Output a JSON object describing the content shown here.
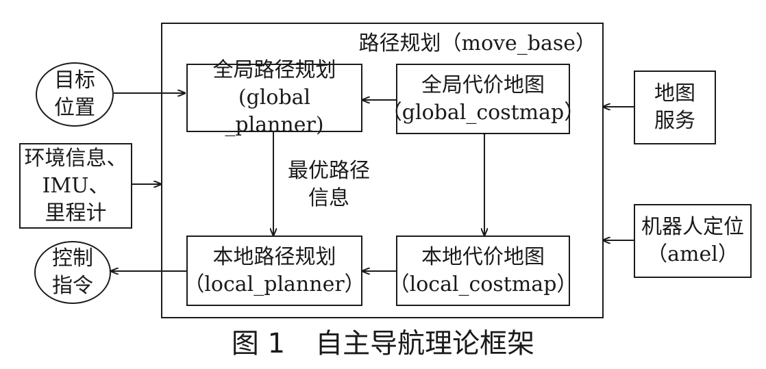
{
  "diagram": {
    "container_title": "路径规划（move_base）",
    "nodes": {
      "global_planner": {
        "line1": "全局路径规划",
        "line2": "(global _planner)"
      },
      "global_costmap": {
        "line1": "全局代价地图",
        "line2": "（global_costmap）"
      },
      "local_planner": {
        "line1": "本地路径规划",
        "line2": "（local_planner）"
      },
      "local_costmap": {
        "line1": "本地代价地图",
        "line2": "（local_costmap）"
      },
      "target_position": {
        "line1": "目标",
        "line2": "位置"
      },
      "env_info": {
        "line1": "环境信息、",
        "line2": "IMU、",
        "line3": "里程计"
      },
      "control_command": {
        "line1": "控制",
        "line2": "指令"
      },
      "map_service": {
        "line1": "地图",
        "line2": "服务"
      },
      "robot_localization": {
        "line1": "机器人定位",
        "line2": "（amel）"
      }
    },
    "edge_labels": {
      "optimal_path": {
        "line1": "最优路径",
        "line2": "信息"
      }
    }
  },
  "caption": {
    "figure_number": "图 1",
    "title": "自主导航理论框架"
  }
}
